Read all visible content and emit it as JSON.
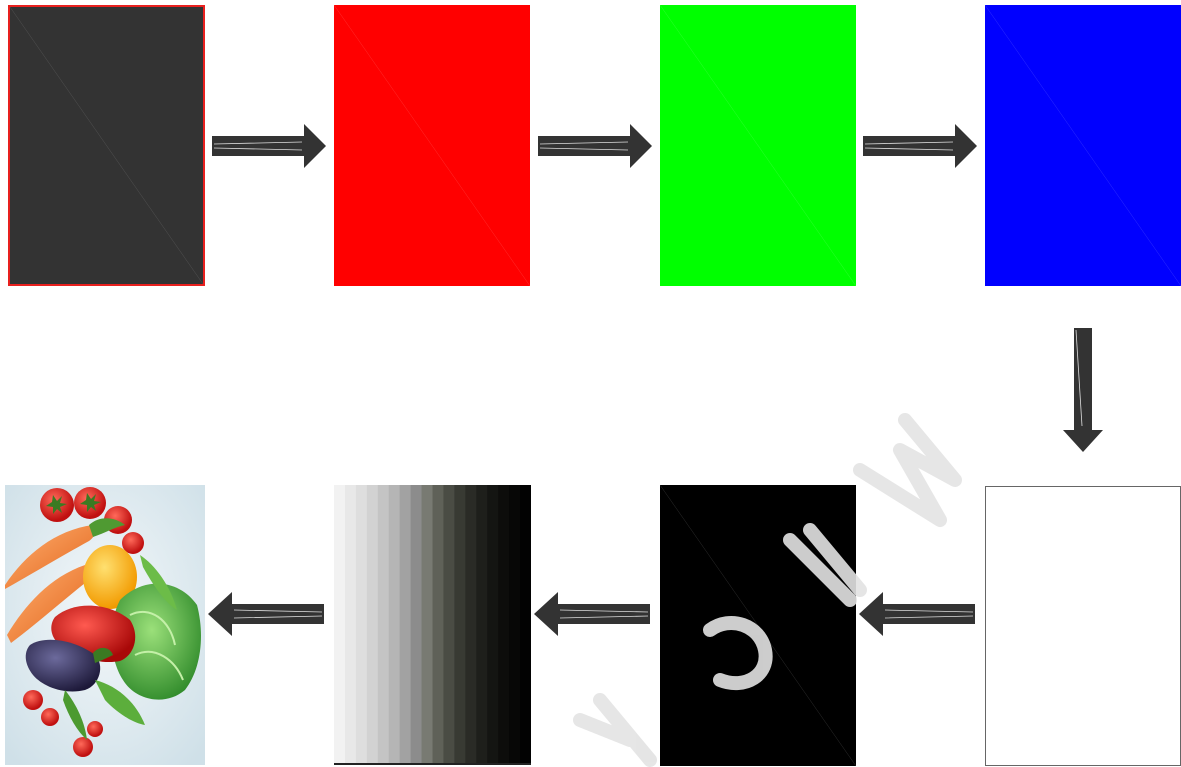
{
  "colors": {
    "background": "#ffffff",
    "arrow": "#333333",
    "watermark": "#e3e3e3",
    "panels": {
      "dark_gray": "#333333",
      "red": "#ff0000",
      "green": "#00ff00",
      "blue": "#0000ff",
      "white": "#ffffff",
      "black": "#000000"
    },
    "dark_gray_border": "#e8201e"
  },
  "sequence": [
    "dark-gray-panel",
    "red-panel",
    "green-panel",
    "blue-panel",
    "white-panel",
    "black-panel",
    "grayscale-ramp-panel",
    "vegetables-photo-panel"
  ],
  "grayscale_ramp": {
    "steps": [
      "#f2f2f2",
      "#e8e8e8",
      "#dedede",
      "#d2d2d2",
      "#c4c4c4",
      "#b5b5b5",
      "#a2a2a2",
      "#8c8c8c",
      "#787a72",
      "#5f6158",
      "#4a4c44",
      "#383a33",
      "#2a2b26",
      "#1e1f1b",
      "#141512",
      "#0d0d0b",
      "#070706",
      "#020202"
    ]
  },
  "photo": {
    "subject": "vegetables"
  }
}
